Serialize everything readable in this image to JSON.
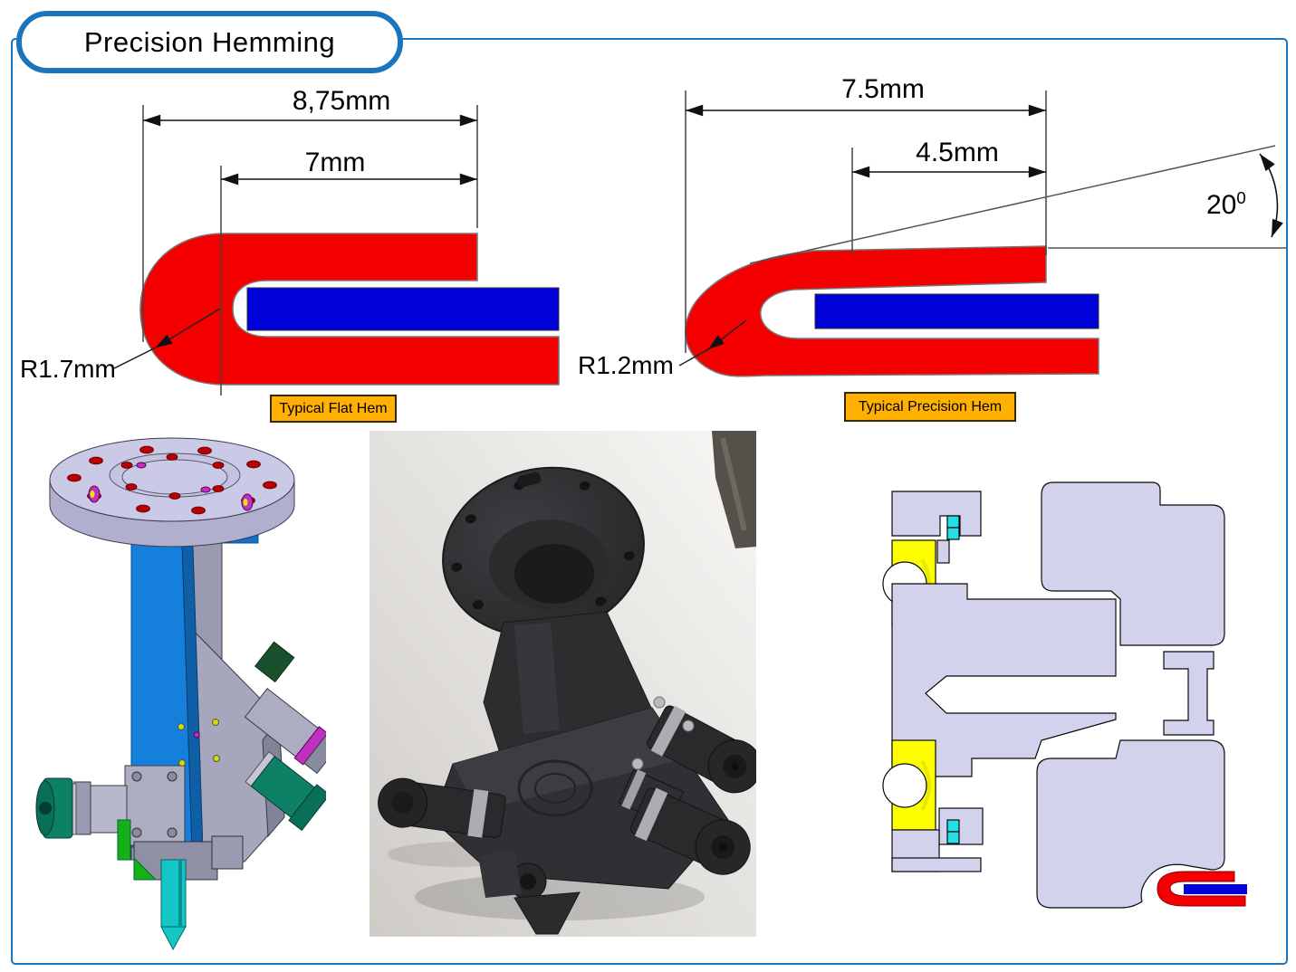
{
  "title": "Precision Hemming",
  "flat_hem": {
    "dim_total": "8,75mm",
    "dim_inner": "7mm",
    "radius_label": "R1.7mm",
    "caption": "Typical Flat Hem"
  },
  "precision_hem": {
    "dim_total": "7.5mm",
    "dim_inner": "4.5mm",
    "angle_value": "20",
    "angle_unit": "0",
    "radius_label": "R1.2mm",
    "caption": "Typical Precision Hem"
  },
  "colors": {
    "accent_blue": "#1B75BC",
    "hem_red": "#F40000",
    "hem_blue": "#0000D8",
    "label_orange": "#FFB000",
    "cad_lavender": "#D2D2EC",
    "bearing_yellow": "#FFFF00",
    "seal_cyan": "#25DFE8"
  }
}
